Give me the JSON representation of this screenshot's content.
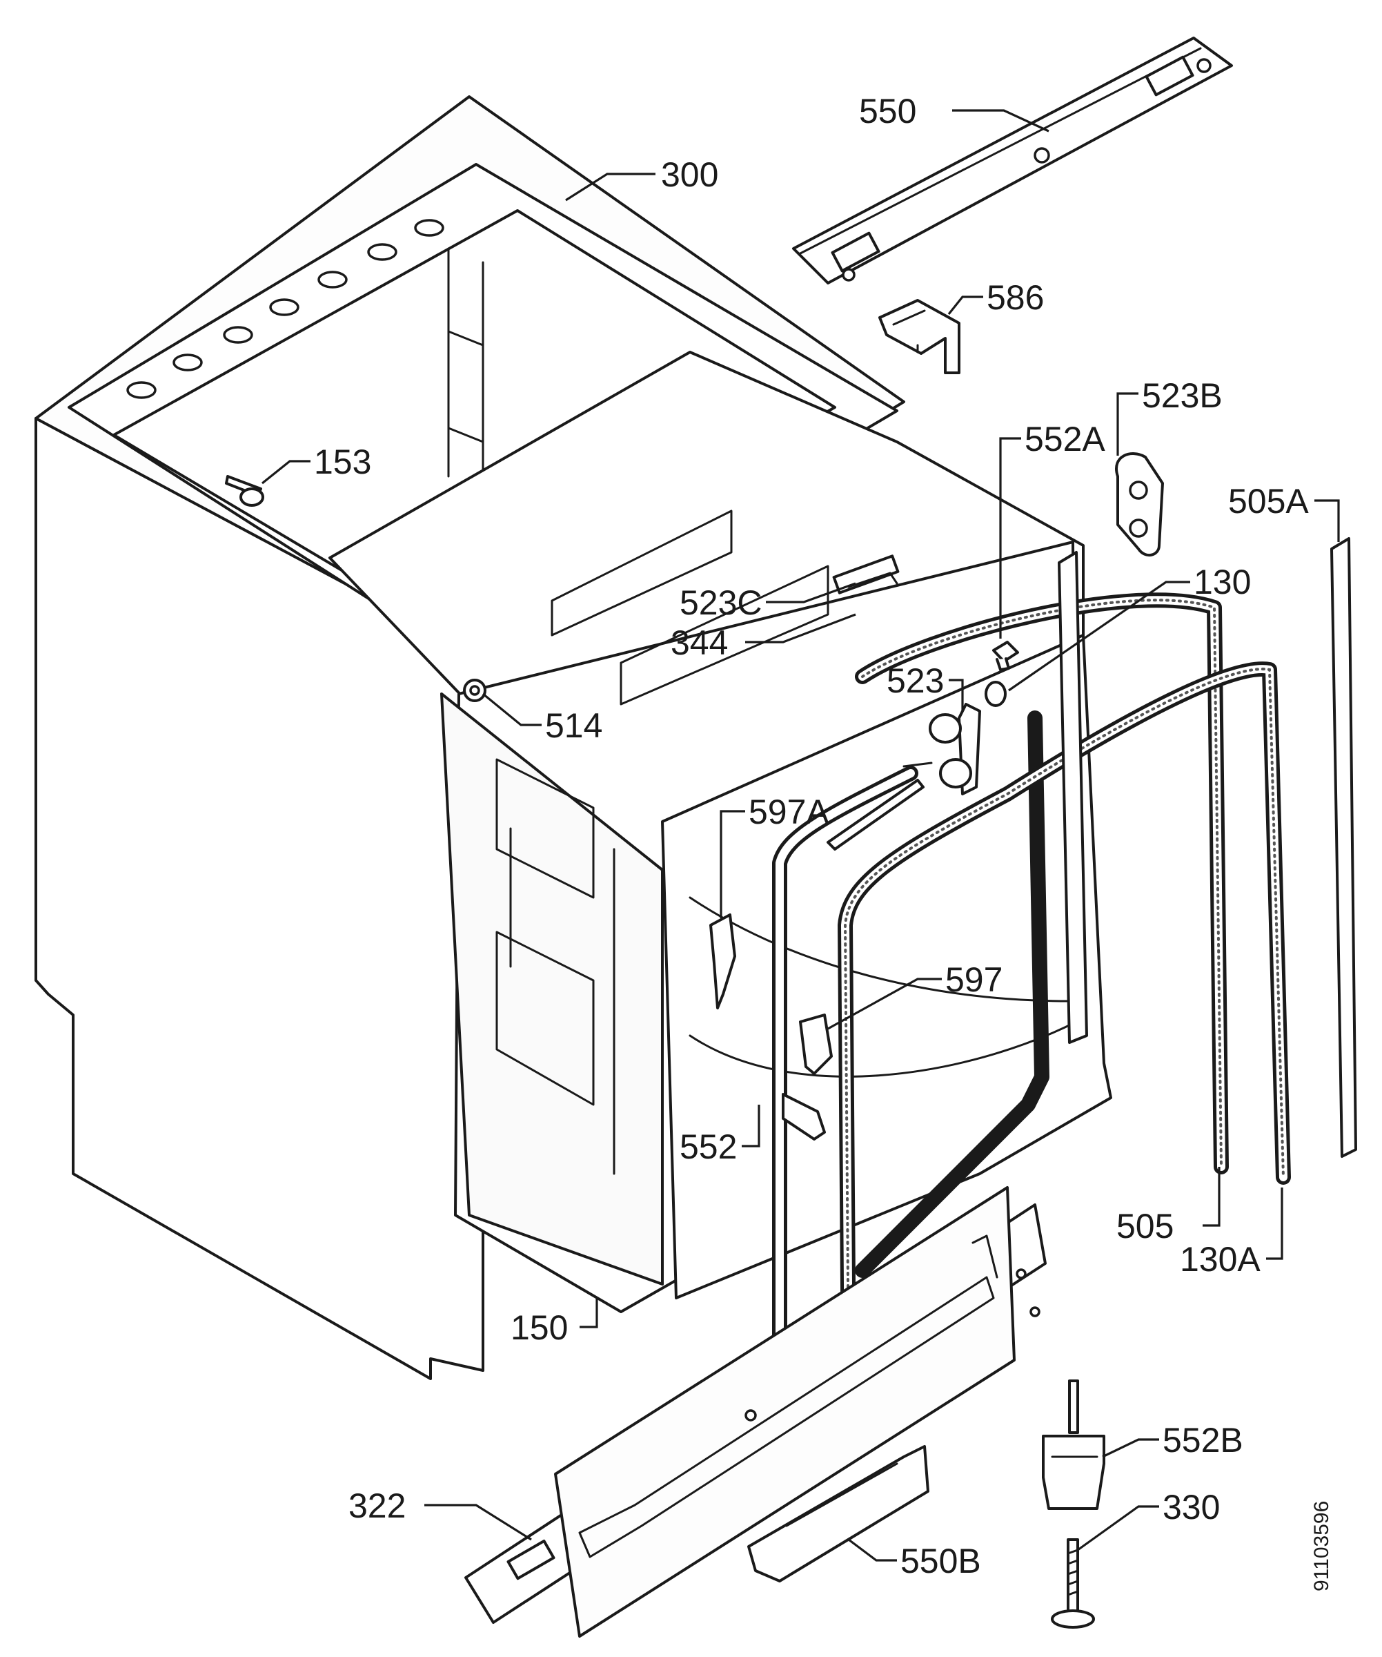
{
  "diagram": {
    "type": "exploded-parts-view",
    "callouts": [
      {
        "id": "550",
        "label": "550"
      },
      {
        "id": "300",
        "label": "300"
      },
      {
        "id": "586",
        "label": "586"
      },
      {
        "id": "523B",
        "label": "523B"
      },
      {
        "id": "552A",
        "label": "552A"
      },
      {
        "id": "505A",
        "label": "505A"
      },
      {
        "id": "153",
        "label": "153"
      },
      {
        "id": "130",
        "label": "130"
      },
      {
        "id": "523C",
        "label": "523C"
      },
      {
        "id": "344",
        "label": "344"
      },
      {
        "id": "523",
        "label": "523"
      },
      {
        "id": "514",
        "label": "514"
      },
      {
        "id": "597A",
        "label": "597A"
      },
      {
        "id": "597",
        "label": "597"
      },
      {
        "id": "552",
        "label": "552"
      },
      {
        "id": "505",
        "label": "505"
      },
      {
        "id": "130A",
        "label": "130A"
      },
      {
        "id": "150",
        "label": "150"
      },
      {
        "id": "552B",
        "label": "552B"
      },
      {
        "id": "322",
        "label": "322"
      },
      {
        "id": "330",
        "label": "330"
      },
      {
        "id": "550B",
        "label": "550B"
      }
    ],
    "document_number": "91103596"
  }
}
